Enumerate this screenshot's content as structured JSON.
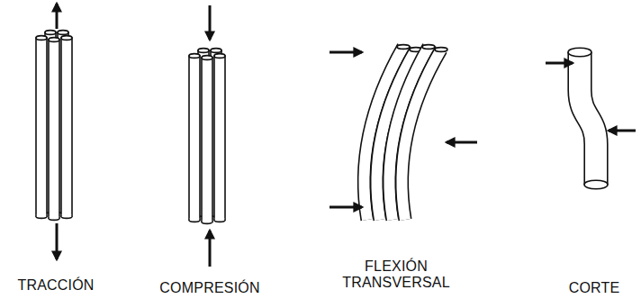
{
  "diagram": {
    "labels": [
      "TRACCIÓN",
      "COMPRESIÓN",
      "FLEXIÓN TRANSVERSAL",
      "CORTE"
    ]
  }
}
